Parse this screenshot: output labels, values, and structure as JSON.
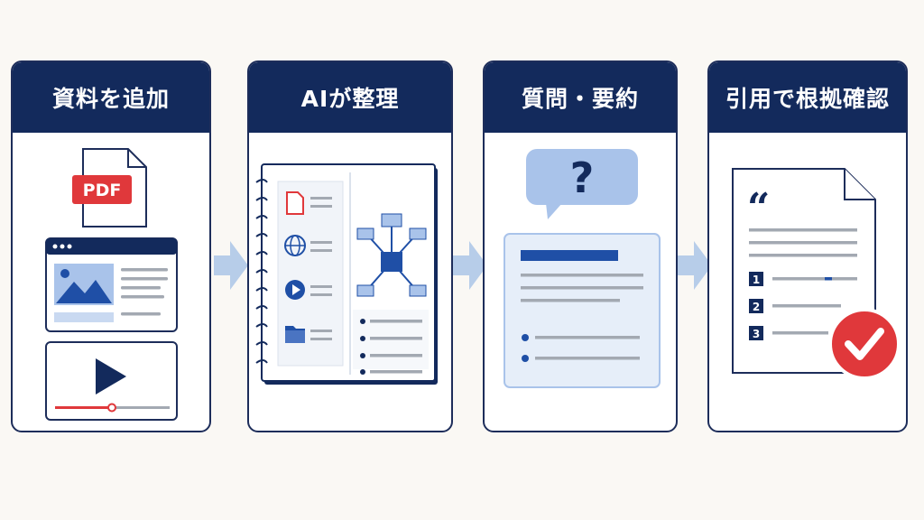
{
  "steps": [
    {
      "title": "資料を追加"
    },
    {
      "title": "AIが整理"
    },
    {
      "title": "質問・要約"
    },
    {
      "title": "引用で根拠確認"
    }
  ],
  "step1": {
    "pdf_label": "PDF"
  },
  "step3": {
    "bubble_symbol": "?"
  },
  "step4": {
    "quote_mark": "“",
    "citation_numbers": [
      "1",
      "2",
      "3"
    ]
  },
  "colors": {
    "navy": "#132a5c",
    "accent_blue": "#1f4fa6",
    "light_blue": "#a9c3ea",
    "arrow": "#b7cde9",
    "red": "#e0383b",
    "gray_line": "#a3a9b2",
    "background": "#faf8f4"
  },
  "icons": {
    "step1": [
      "pdf-file-icon",
      "image-window-icon",
      "video-player-icon"
    ],
    "step2": [
      "spiral-notebook-icon",
      "file-icon",
      "globe-icon",
      "play-icon",
      "folder-icon",
      "mind-map-icon"
    ],
    "step3": [
      "question-bubble-icon",
      "answer-card-icon"
    ],
    "step4": [
      "document-icon",
      "quote-icon",
      "checkmark-icon"
    ]
  }
}
